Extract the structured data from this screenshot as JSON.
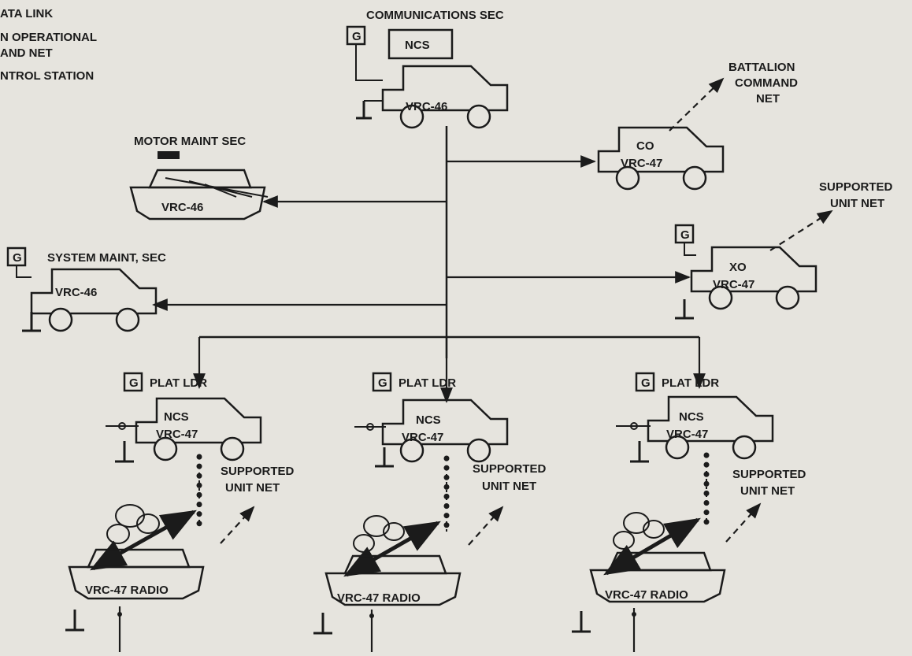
{
  "legend": {
    "line1": "ATA LINK",
    "line2": "N OPERATIONAL",
    "line3": "AND NET",
    "line4": "NTROL STATION"
  },
  "communications": {
    "title": "COMMUNICATIONS SEC",
    "ncs": "NCS",
    "radio": "VRC-46"
  },
  "battalion": {
    "line1": "BATTALION",
    "line2": "COMMAND",
    "line3": "NET"
  },
  "co": {
    "label": "CO",
    "radio": "VRC-47"
  },
  "motor": {
    "title": "MOTOR MAINT SEC",
    "radio": "VRC-46"
  },
  "supported_top": {
    "line1": "SUPPORTED",
    "line2": "UNIT NET"
  },
  "system": {
    "title": "SYSTEM MAINT, SEC",
    "radio": "VRC-46"
  },
  "xo": {
    "label": "XO",
    "radio": "VRC-47"
  },
  "ground_symbol": "G",
  "platoons": [
    {
      "title": "PLAT  LDR",
      "ncs": "NCS",
      "radio": "VRC-47",
      "net1": "SUPPORTED",
      "net2": "UNIT NET",
      "tank": "VRC-47 RADIO"
    },
    {
      "title": "PLAT  LDR",
      "ncs": "NCS",
      "radio": "VRC-47",
      "net1": "SUPPORTED",
      "net2": "UNIT NET",
      "tank": "VRC-47 RADIO"
    },
    {
      "title": "PLAT  LDR",
      "ncs": "NCS",
      "radio": "VRC-47",
      "net1": "SUPPORTED",
      "net2": "UNIT NET",
      "tank": "VRC-47 RADIO"
    }
  ],
  "colors": {
    "ink": "#1b1b1b",
    "paper": "#e6e4de"
  }
}
